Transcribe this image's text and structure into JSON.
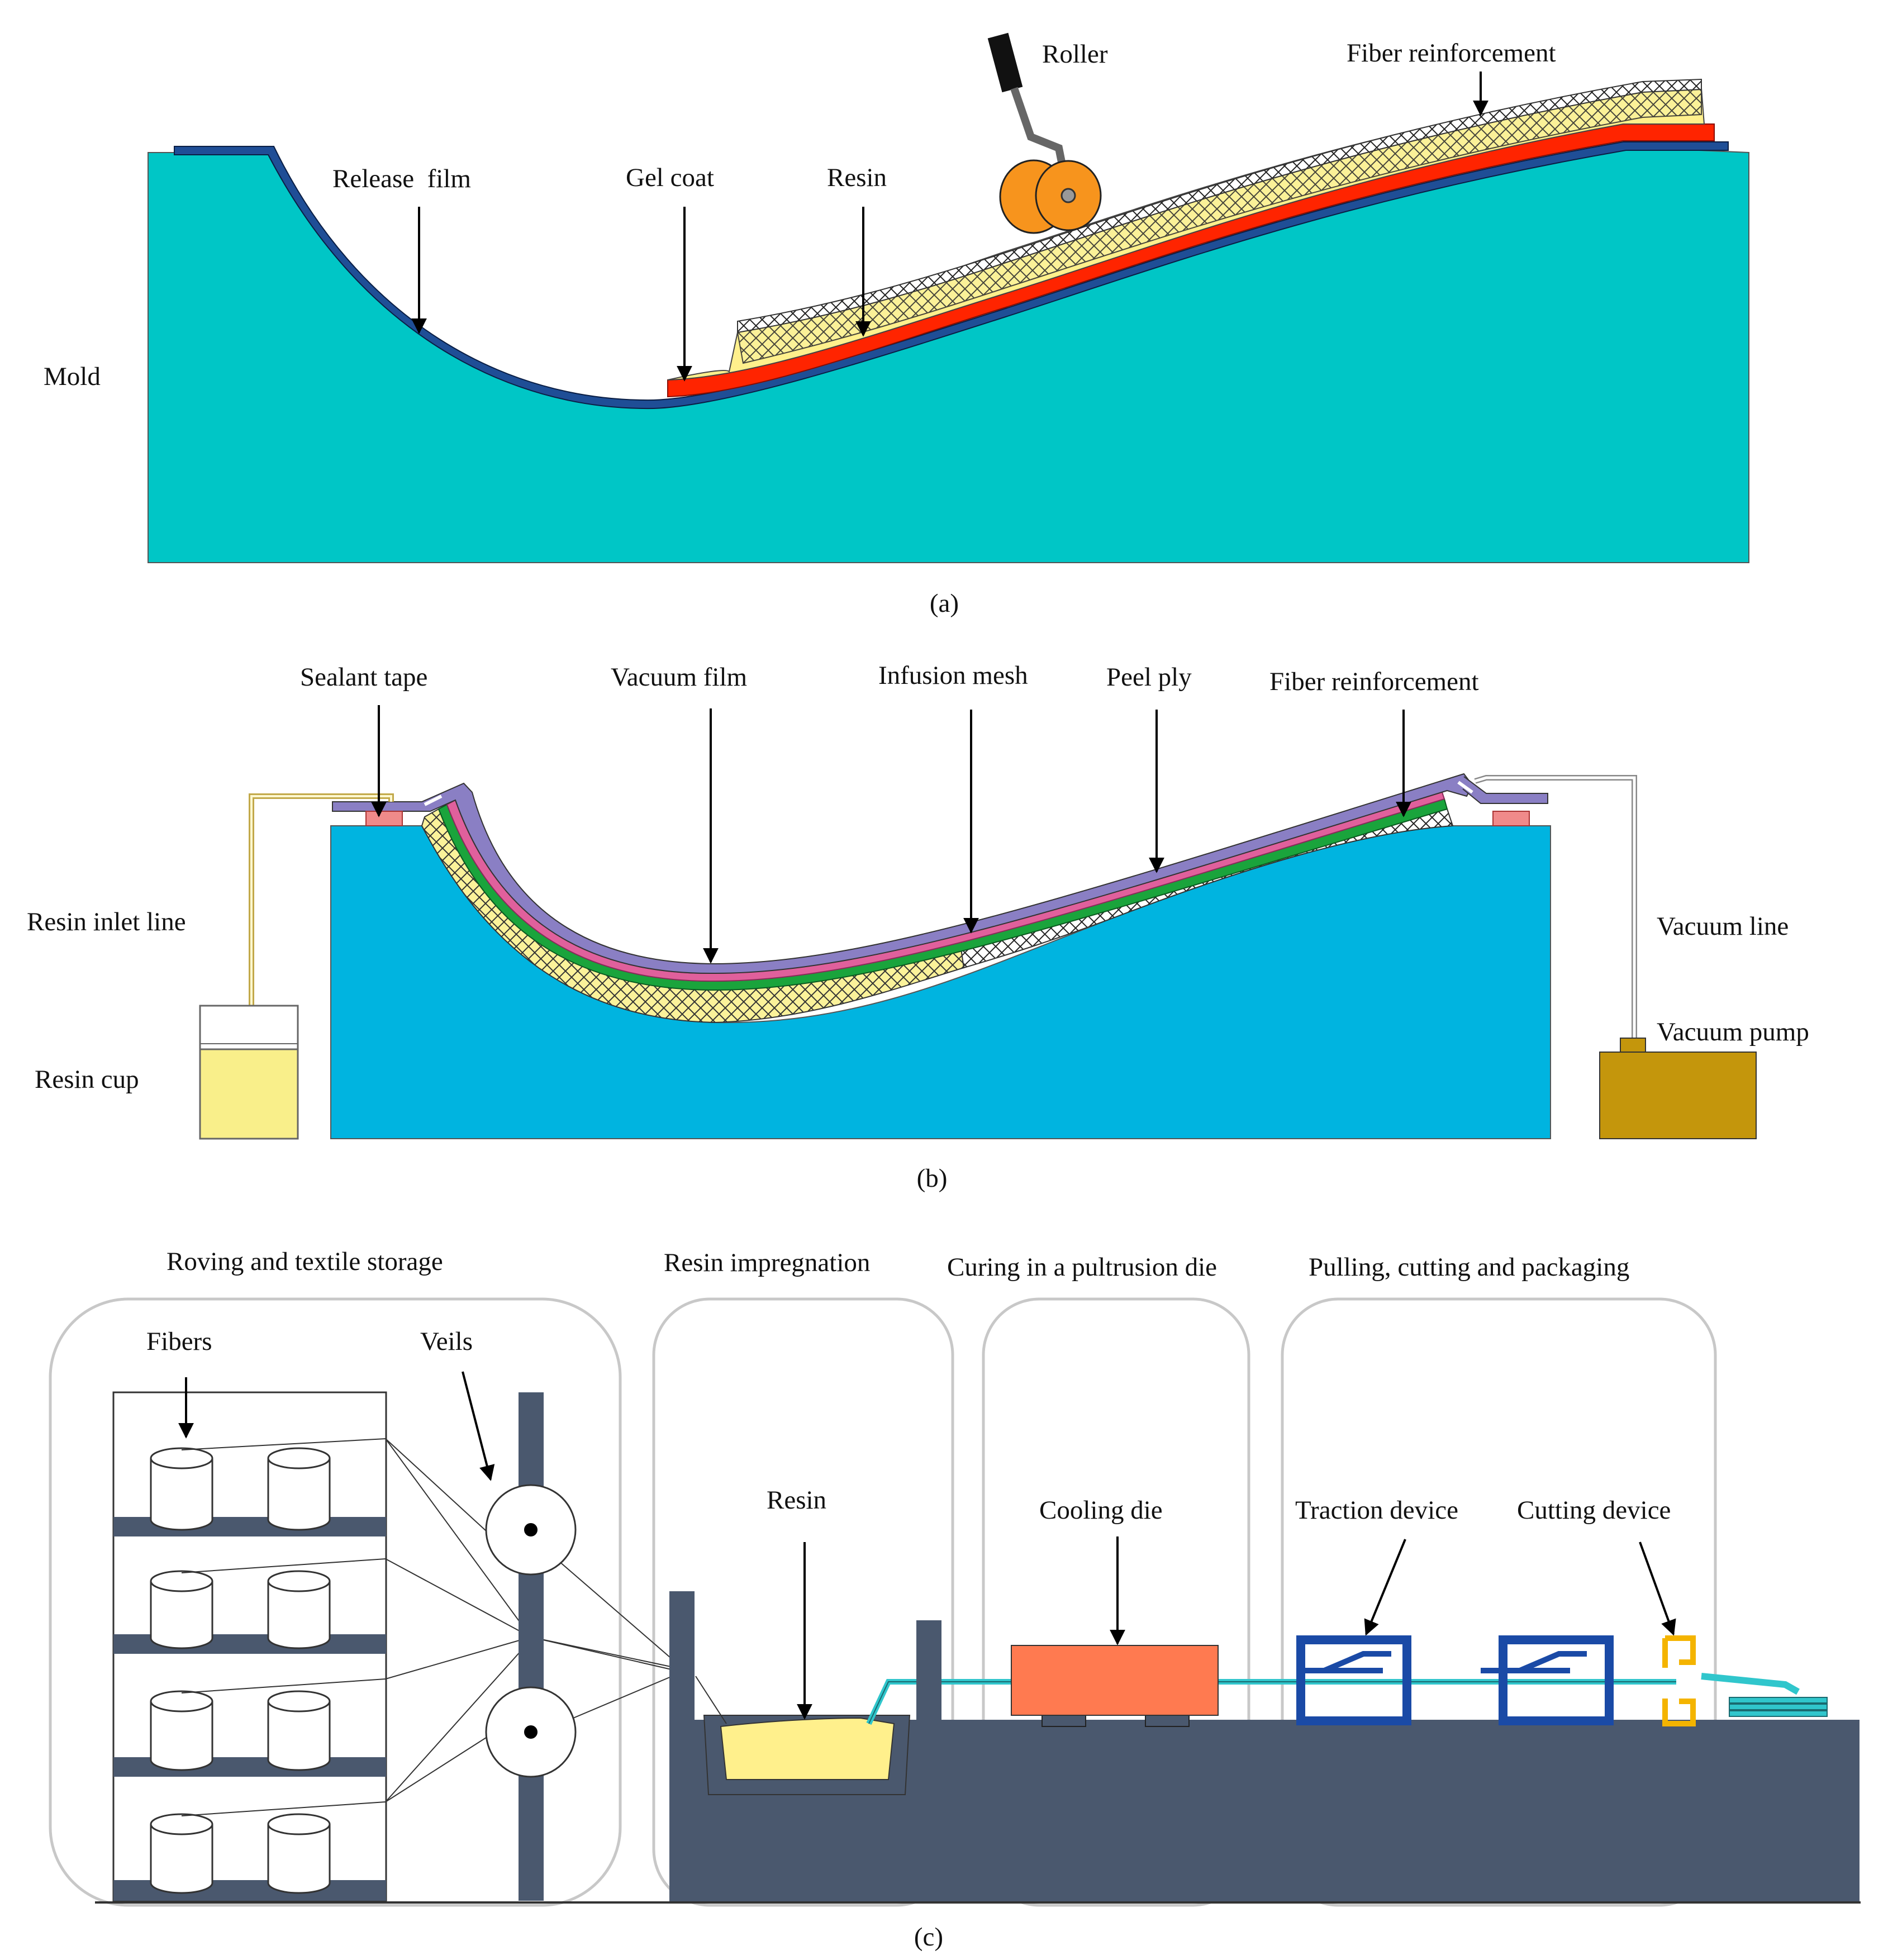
{
  "panel_a": {
    "caption": "(a)",
    "labels": {
      "mold": "Mold",
      "release_film": "Release  film",
      "gel_coat": "Gel coat",
      "resin": "Resin",
      "roller": "Roller",
      "fiber_reinforcement": "Fiber reinforcement"
    }
  },
  "panel_b": {
    "caption": "(b)",
    "labels": {
      "sealant_tape": "Sealant tape",
      "vacuum_film": "Vacuum film",
      "infusion_mesh": "Infusion mesh",
      "peel_ply": "Peel ply",
      "fiber_reinforcement": "Fiber reinforcement",
      "resin_inlet_line": "Resin inlet line",
      "resin_cup": "Resin cup",
      "vacuum_line": "Vacuum line",
      "vacuum_pump": "Vacuum pump"
    }
  },
  "panel_c": {
    "caption": "(c)",
    "stages": {
      "storage": "Roving and textile storage",
      "impregnation": "Resin impregnation",
      "curing": "Curing in a pultrusion die",
      "pulling": "Pulling, cutting and packaging"
    },
    "labels": {
      "fibers": "Fibers",
      "veils": "Veils",
      "resin": "Resin",
      "cooling_die": "Cooling die",
      "traction_device": "Traction device",
      "cutting_device": "Cutting device"
    }
  },
  "colors": {
    "mold_a": "#00c6c6",
    "mold_b": "#00b4e0",
    "release_film": "#1f4e96",
    "gel_coat": "#ff2400",
    "resin_yellow": "#fff08c",
    "vacuum_film": "#8a7fc4",
    "peel_ply": "#e0609c",
    "infusion_green": "#1aa43c",
    "pump_gold": "#c4960c",
    "machine_dark": "#4a586e",
    "cooling_die": "#ff7a50",
    "traction_blue": "#1a4aa6",
    "profile_teal": "#30c6cc",
    "cutter_gold": "#f4b400"
  }
}
